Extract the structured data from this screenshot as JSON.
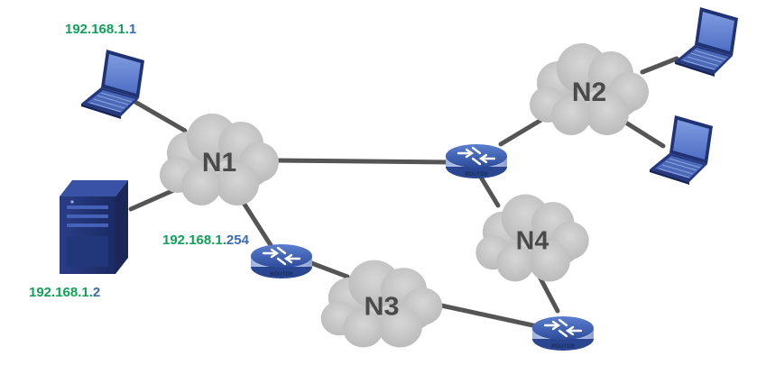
{
  "clouds": [
    {
      "id": "n1",
      "label": "N1"
    },
    {
      "id": "n2",
      "label": "N2"
    },
    {
      "id": "n3",
      "label": "N3"
    },
    {
      "id": "n4",
      "label": "N4"
    }
  ],
  "routers": [
    {
      "id": "r1",
      "label": "ROUTER"
    },
    {
      "id": "r2",
      "label": "ROUTER"
    },
    {
      "id": "r3",
      "label": "ROUTER"
    }
  ],
  "ip_labels": {
    "laptop1": {
      "prefix": "192.168.1.",
      "host": "1"
    },
    "server": {
      "prefix": "192.168.1.",
      "host": "2"
    },
    "gateway": {
      "prefix": "192.168.1.",
      "host": "254"
    }
  },
  "colors": {
    "ip_network": "#11a05a",
    "ip_host": "#3d6bb3",
    "link": "#555555",
    "cloud": "#c8c8c8",
    "router": "#2f4f9e"
  },
  "icons": [
    "laptop-icon",
    "server-icon",
    "router-icon",
    "cloud-icon"
  ]
}
